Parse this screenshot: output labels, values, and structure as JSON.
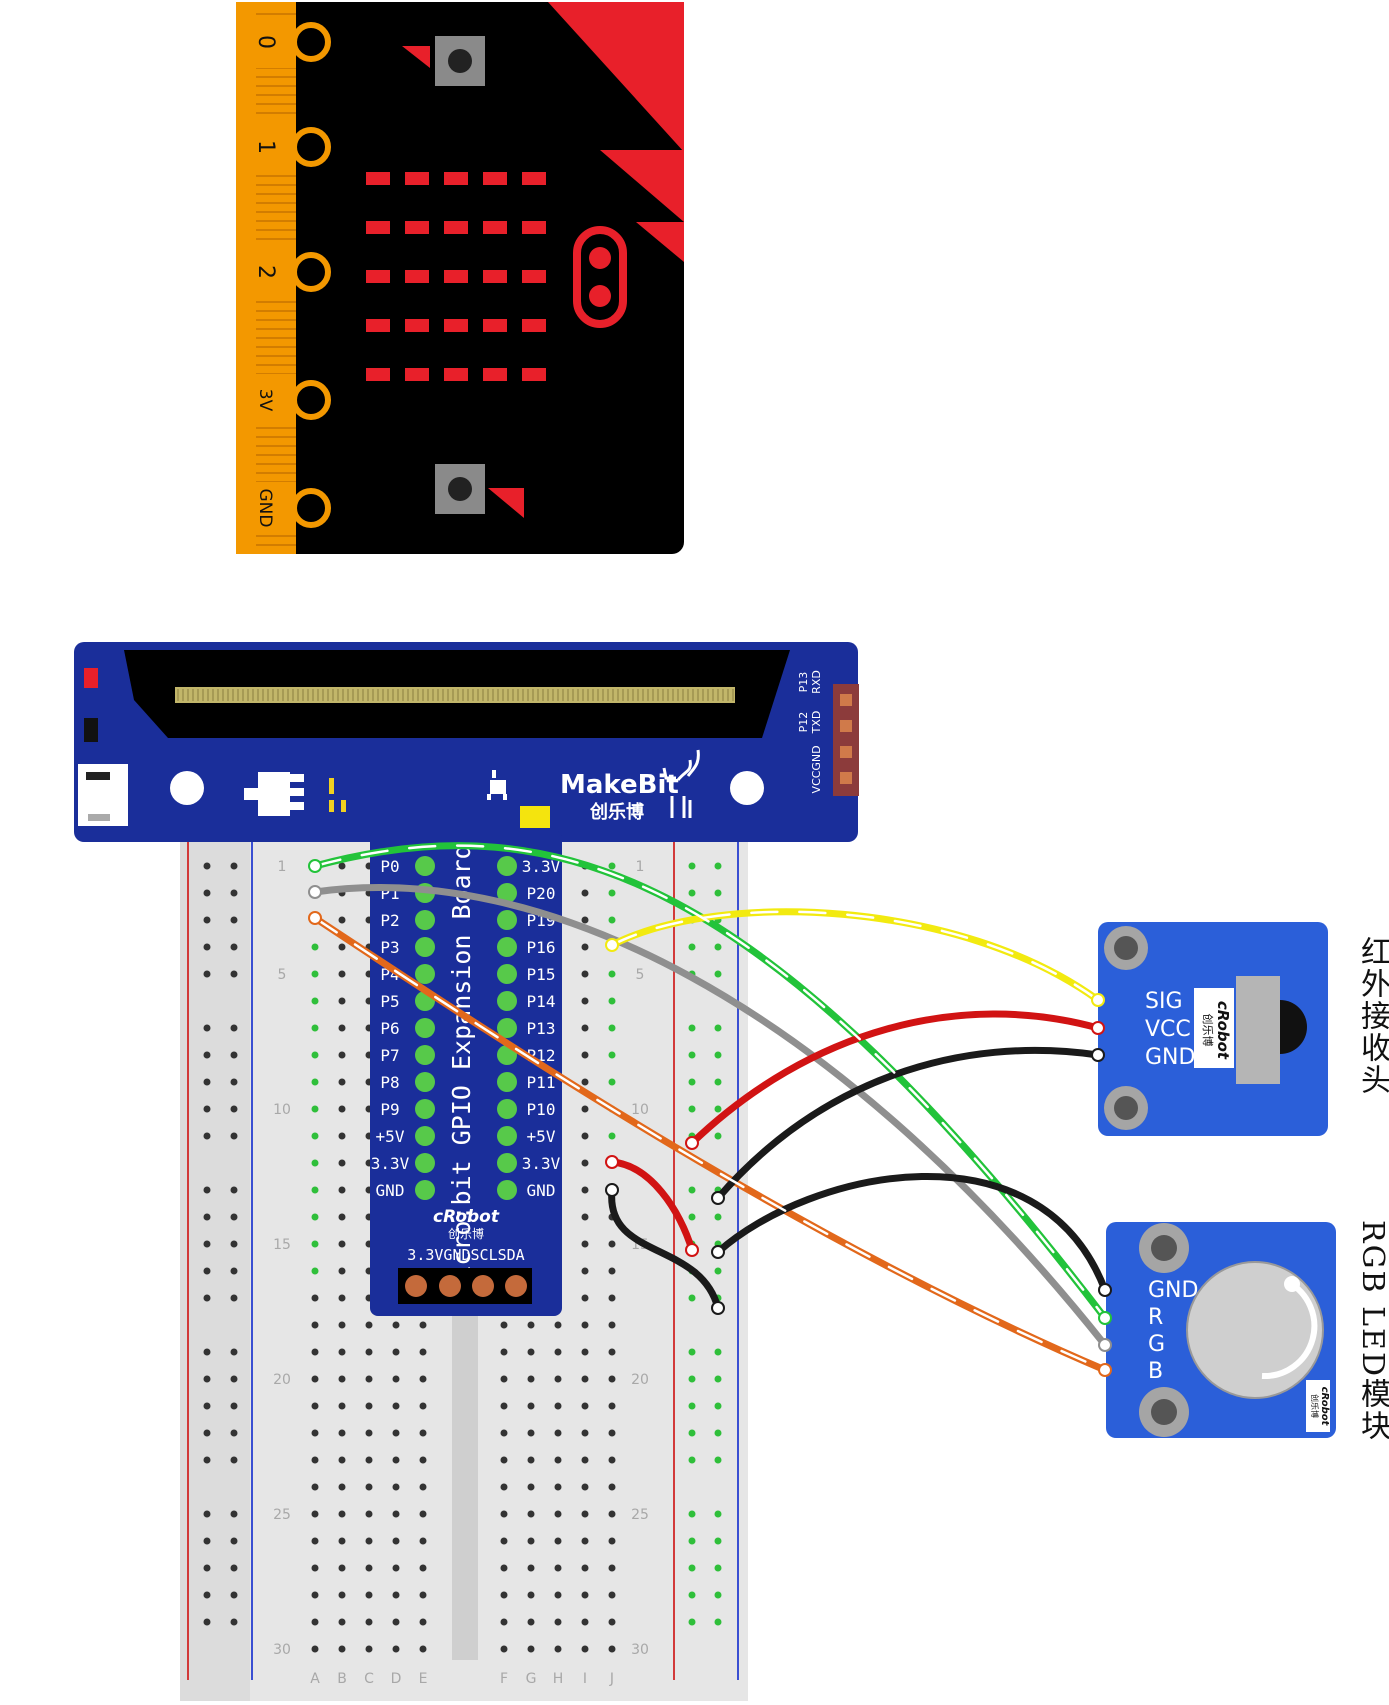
{
  "microbit": {
    "pins": [
      "0",
      "1",
      "2",
      "3V",
      "GND"
    ],
    "led_rows": 5,
    "led_cols": 5,
    "colors": {
      "board": "#000000",
      "pin": "#f39800",
      "led": "#e8202a"
    }
  },
  "expansion_board": {
    "brand": "MakeBit",
    "brand_cn": "创乐博",
    "title": "Micro:bit GPIO Expansion Board",
    "left_pins": [
      "P0",
      "P1",
      "P2",
      "P3",
      "P4",
      "P5",
      "P6",
      "P7",
      "P8",
      "P9",
      "+5V",
      "3.3V",
      "GND"
    ],
    "right_pins": [
      "3.3V",
      "P20",
      "P19",
      "P16",
      "P15",
      "P14",
      "P13",
      "P12",
      "P11",
      "P10",
      "+5V",
      "3.3V",
      "GND"
    ],
    "logo": "cRobot",
    "logo_cn": "创乐博",
    "i2c_header": "3.3VGNDSCLSDA",
    "uart_labels": [
      "P13",
      "RXD",
      "P12",
      "TXD",
      "GND",
      "VCC"
    ],
    "color": "#1a2e9a"
  },
  "breadboard": {
    "column_letters": [
      "A",
      "B",
      "C",
      "D",
      "E",
      "F",
      "G",
      "H",
      "I",
      "J"
    ],
    "row_numbers": [
      "1",
      "5",
      "10",
      "15",
      "20",
      "25",
      "30"
    ]
  },
  "ir_module": {
    "pins": [
      "SIG",
      "VCC",
      "GND"
    ],
    "logo": "cRobot",
    "logo_cn": "创乐博",
    "label": "红外接收头",
    "color": "#2b5fd9"
  },
  "rgb_module": {
    "pins": [
      "GND",
      "R",
      "G",
      "B"
    ],
    "logo": "cRobot",
    "logo_cn": "创乐博",
    "label": "RGB LED模块",
    "color": "#2b5fd9"
  },
  "wire_colors": {
    "green": "#22c33a",
    "gray": "#8f8f8f",
    "orange": "#e2681b",
    "yellow": "#f2ea10",
    "red": "#d11313",
    "black": "#1a1a1a"
  }
}
